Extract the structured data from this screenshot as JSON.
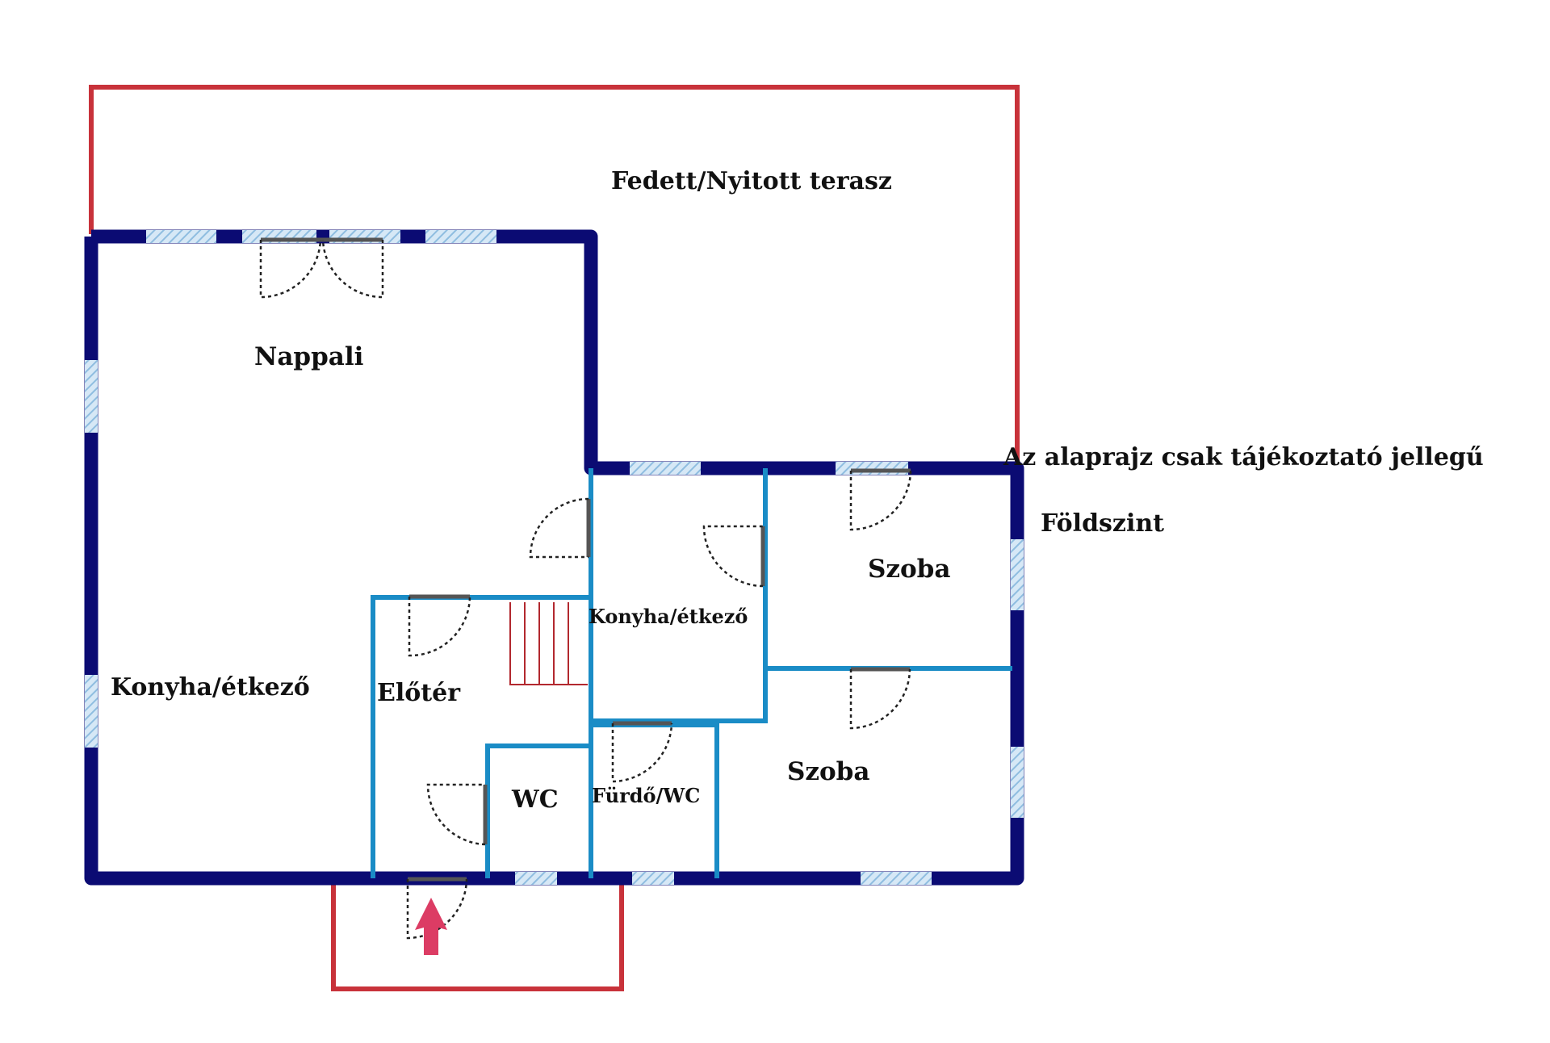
{
  "colors": {
    "outer_wall": "#0b0b73",
    "inner_wall": "#1a8cc6",
    "terrace_outline": "#c8323a",
    "window": "#a9cde8",
    "door_leaf": "#555555",
    "stairs": "#b2282e",
    "entry_arrow": "#dc3c64"
  },
  "labels": {
    "terrace": "Fedett/Nyitott terasz",
    "living_room": "Nappali",
    "kitchen_left": "Konyha/étkező",
    "hall": "Előtér",
    "wc": "WC",
    "kitchen_center": "Konyha/étkező",
    "bath": "Fürdő/WC",
    "room_upper": "Szoba",
    "room_lower": "Szoba"
  },
  "notes": {
    "disclaimer": "Az alaprajz csak tájékoztató jellegű",
    "floor": "Földszint"
  },
  "icons": {
    "entry": "entry-arrow-icon",
    "door": "door-swing-icon",
    "window": "window-icon",
    "stairs": "stairs-icon"
  }
}
